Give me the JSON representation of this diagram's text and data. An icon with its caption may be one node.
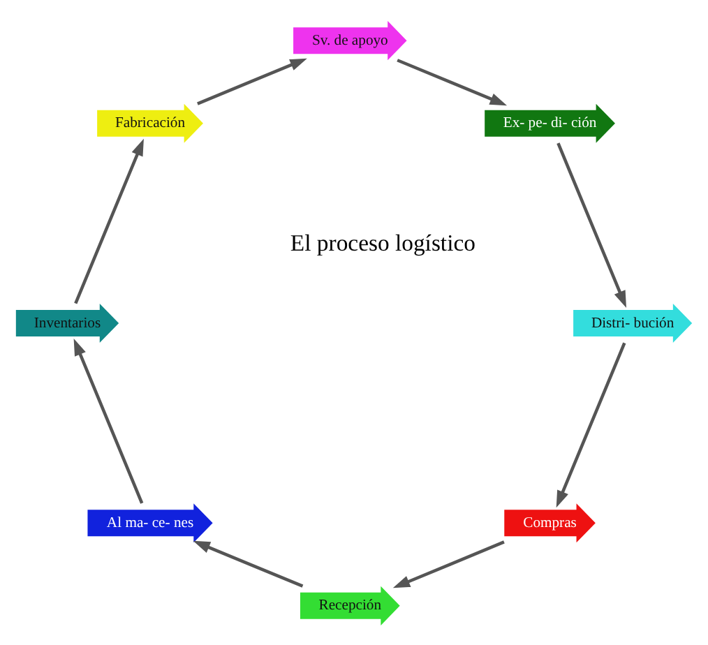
{
  "diagram": {
    "nodes": [
      {
        "text": [
          "Compras"
        ]
      },
      {
        "text": [
          "Recepción"
        ]
      },
      {
        "text": [
          "Al ma- ce- nes"
        ]
      },
      {
        "text": [
          "Inventarios"
        ]
      },
      {
        "text": [
          "Fabricación"
        ]
      },
      {
        "text": [
          "Sv. de apoyo"
        ]
      },
      {
        "text": [
          "Ex- pe- di- ción"
        ]
      },
      {
        "text": [
          "Distri- bución"
        ]
      }
    ],
    "edges": [
      {
        "from": 0,
        "to": 1,
        "arrow": "to"
      },
      {
        "from": 1,
        "to": 2,
        "arrow": "to"
      },
      {
        "from": 2,
        "to": 3,
        "arrow": "to"
      },
      {
        "from": 3,
        "to": 4,
        "arrow": "to"
      },
      {
        "from": 4,
        "to": 5,
        "arrow": "to"
      },
      {
        "from": 5,
        "to": 6,
        "arrow": "to"
      },
      {
        "from": 6,
        "to": 7,
        "arrow": "to"
      },
      {
        "from": 7,
        "to": 0,
        "arrow": "to"
      }
    ],
    "labels": [
      "El proceso logístico"
    ]
  }
}
